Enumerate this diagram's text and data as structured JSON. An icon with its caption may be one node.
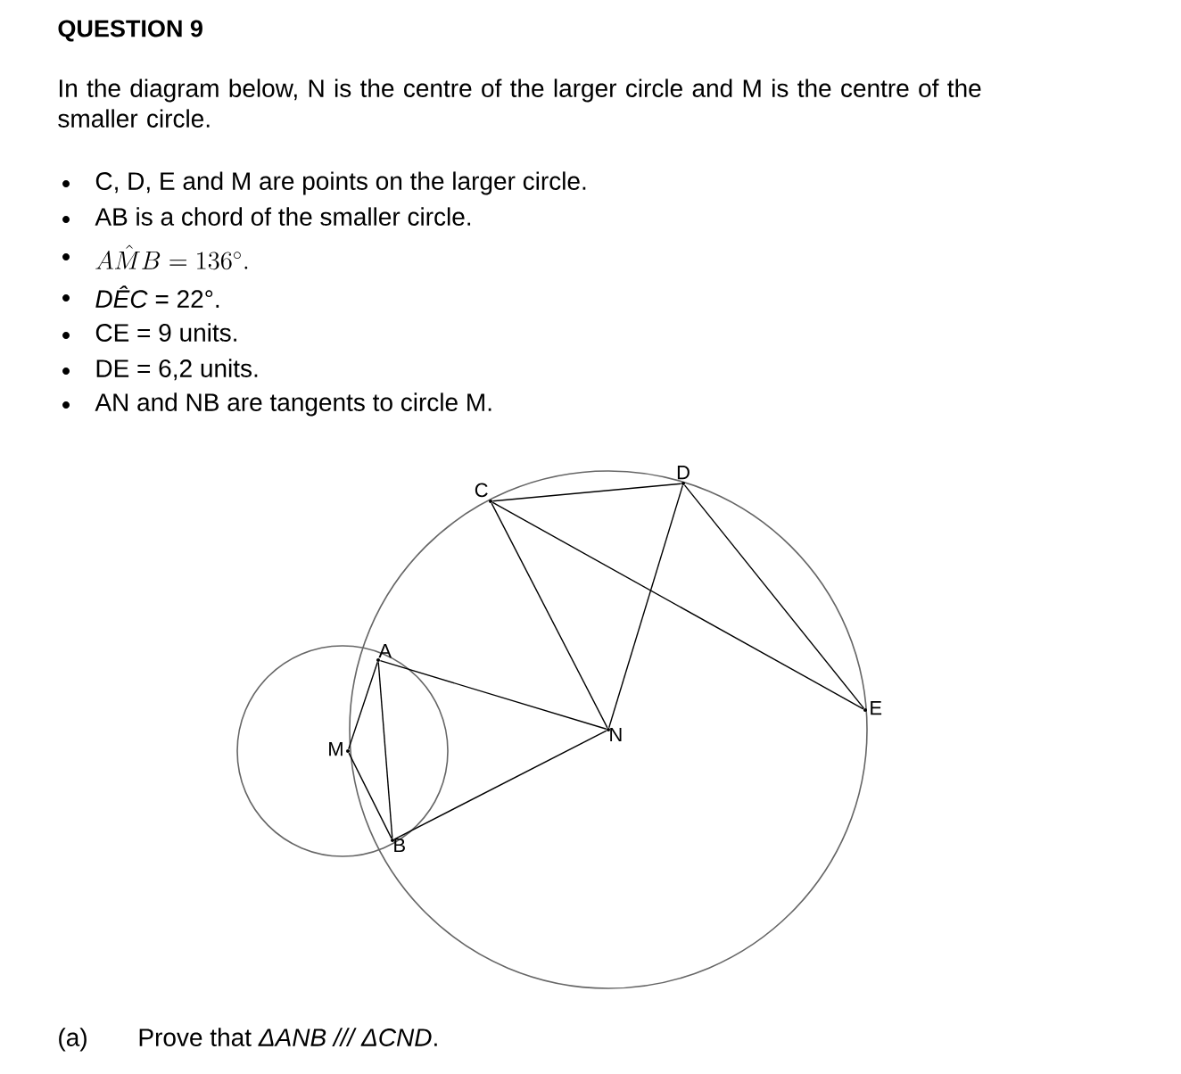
{
  "diagram": {
    "title": "QUESTION 9",
    "nodes": [
      {
        "text": [
          "C"
        ]
      },
      {
        "text": [
          "D"
        ]
      },
      {
        "text": [
          "A"
        ]
      },
      {
        "text": [
          "M"
        ]
      },
      {
        "text": [
          "N"
        ]
      },
      {
        "text": [
          "E"
        ]
      },
      {
        "text": [
          "B"
        ]
      }
    ],
    "edges": [
      {
        "from": 0,
        "to": 1,
        "arrow": "none"
      },
      {
        "from": 0,
        "to": 4,
        "arrow": "none"
      },
      {
        "from": 0,
        "to": 5,
        "arrow": "none"
      },
      {
        "from": 1,
        "to": 4,
        "arrow": "none"
      },
      {
        "from": 1,
        "to": 5,
        "arrow": "none"
      },
      {
        "from": 3,
        "to": 2,
        "arrow": "none"
      },
      {
        "from": 3,
        "to": 6,
        "arrow": "none"
      },
      {
        "from": 2,
        "to": 6,
        "arrow": "none"
      },
      {
        "from": 2,
        "to": 4,
        "arrow": "none"
      },
      {
        "from": 6,
        "to": 4,
        "arrow": "none"
      }
    ],
    "labels": [
      "In the diagram below, N is the centre of the larger circle and M is the centre of the smaller circle.",
      "C, D, E and M are points on the larger circle.",
      "AB is a chord of the smaller circle.",
      "A\\hat{M}B = 136^{\\circ}.",
      "*DÊC* = 22°.",
      "CE = 9 units.",
      "DE = 6,2 units.",
      "AN and NB are tangents to circle M.",
      "(a)",
      "Prove that *ΔANB /// ΔCND*."
    ]
  }
}
